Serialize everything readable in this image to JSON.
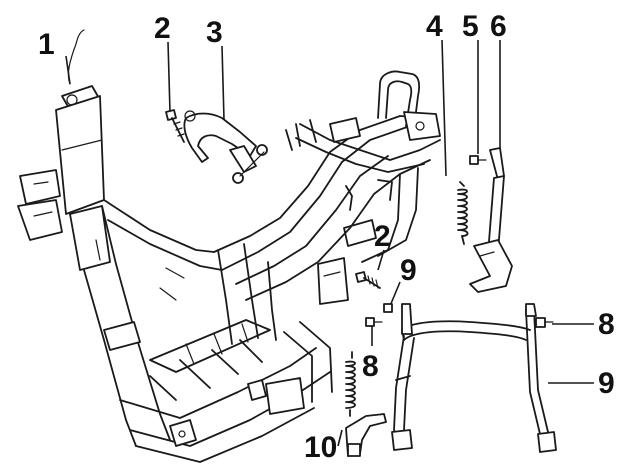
{
  "callouts": {
    "c1": "1",
    "c2a": "2",
    "c3": "3",
    "c4": "4",
    "c5": "5",
    "c6": "6",
    "c2b": "2",
    "c9a": "9",
    "c8a": "8",
    "c8b": "8",
    "c9b": "9",
    "c10": "10"
  }
}
